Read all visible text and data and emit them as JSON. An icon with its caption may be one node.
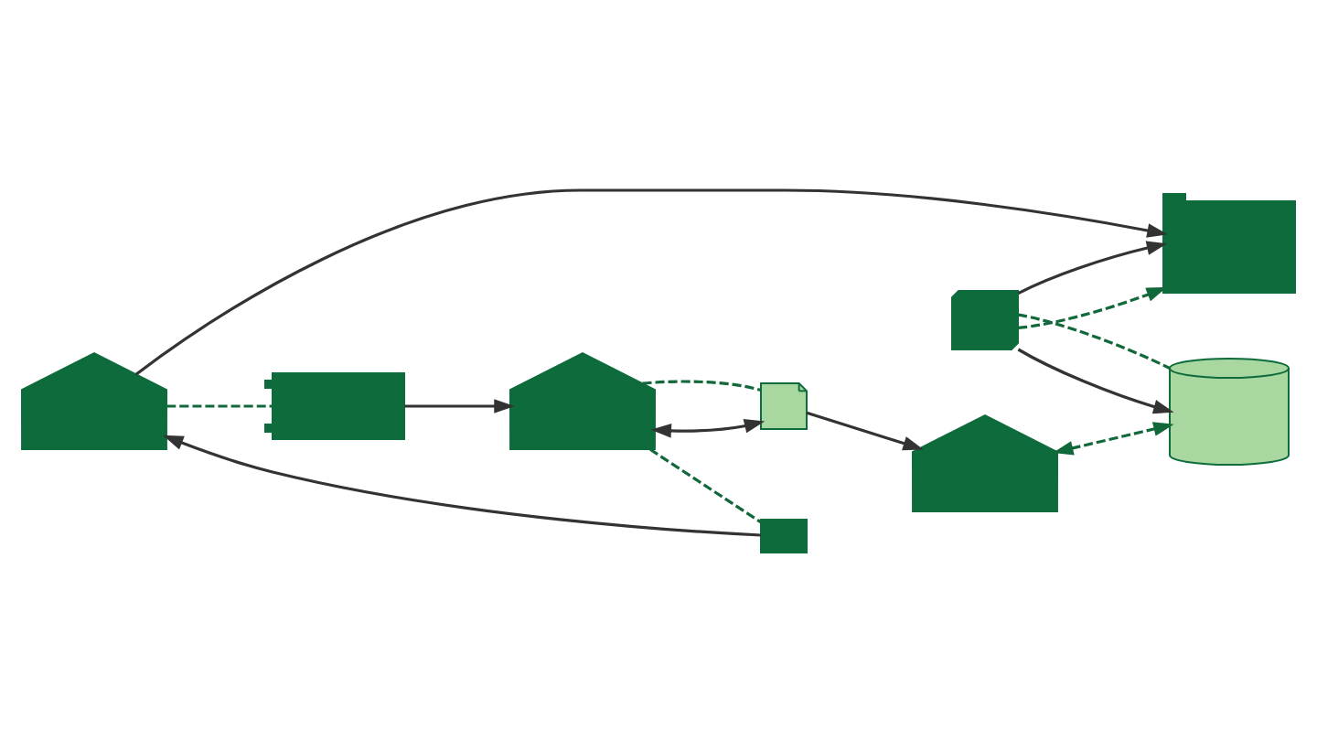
{
  "diagram": {
    "nodes": [
      {
        "text": [],
        "shape": "factory"
      },
      {
        "text": [],
        "shape": "plant"
      },
      {
        "text": [],
        "shape": "factory"
      },
      {
        "text": [],
        "shape": "box"
      },
      {
        "text": [],
        "shape": "sheet"
      },
      {
        "text": [],
        "shape": "factory"
      },
      {
        "text": [],
        "shape": "cube"
      },
      {
        "text": [],
        "shape": "building"
      },
      {
        "text": [],
        "shape": "stack"
      }
    ],
    "edges": [
      {
        "from": 1,
        "to": 2,
        "arrow": "to"
      },
      {
        "from": 2,
        "to": 4,
        "arrow": "both"
      },
      {
        "from": 4,
        "to": 5,
        "arrow": "to"
      },
      {
        "from": 0,
        "to": 1,
        "arrow": "none",
        "style": "dashed",
        "color": "#11683a"
      },
      {
        "from": 3,
        "to": 0,
        "arrow": "to"
      },
      {
        "from": 2,
        "to": 3,
        "arrow": "none",
        "style": "dashed",
        "color": "#11683a"
      },
      {
        "from": 2,
        "to": 4,
        "arrow": "none",
        "style": "dashed",
        "color": "#11683a"
      },
      {
        "from": 0,
        "to": 7,
        "arrow": "to"
      },
      {
        "from": 6,
        "to": 7,
        "arrow": "to",
        "style": "dashed",
        "color": "#11683a"
      },
      {
        "from": 6,
        "to": 7,
        "arrow": "to"
      },
      {
        "from": 6,
        "to": 8,
        "arrow": "to"
      },
      {
        "from": 6,
        "to": 8,
        "arrow": "none",
        "style": "dashed",
        "color": "#11683a"
      },
      {
        "from": 5,
        "to": 8,
        "arrow": "both",
        "style": "dashed",
        "color": "#11683a"
      }
    ]
  }
}
